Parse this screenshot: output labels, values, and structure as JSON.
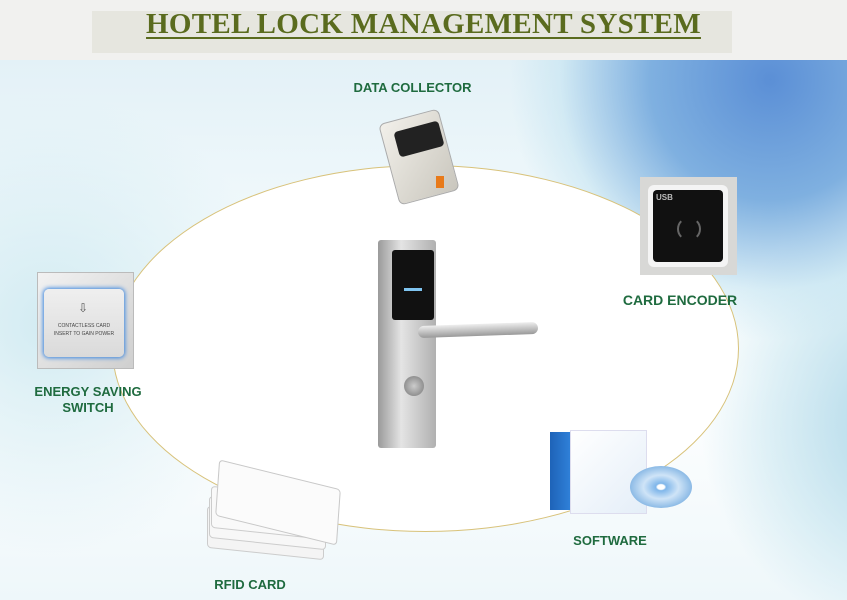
{
  "title": "HOTEL LOCK MANAGEMENT SYSTEM",
  "components": {
    "data_collector": "DATA COLLECTOR",
    "card_encoder": "CARD ENCODER",
    "energy_saving_switch": "ENERGY SAVING SWITCH",
    "software": "SOFTWARE",
    "rfid_card": "RFID CARD"
  },
  "switch_text": {
    "line1": "CONTACTLESS CARD",
    "line2": "INSERT TO GAIN POWER"
  },
  "encoder_logo": "USB",
  "colors": {
    "title": "#5a6b1e",
    "label": "#1f6b3f",
    "accent_blue": "#2f76c6"
  }
}
